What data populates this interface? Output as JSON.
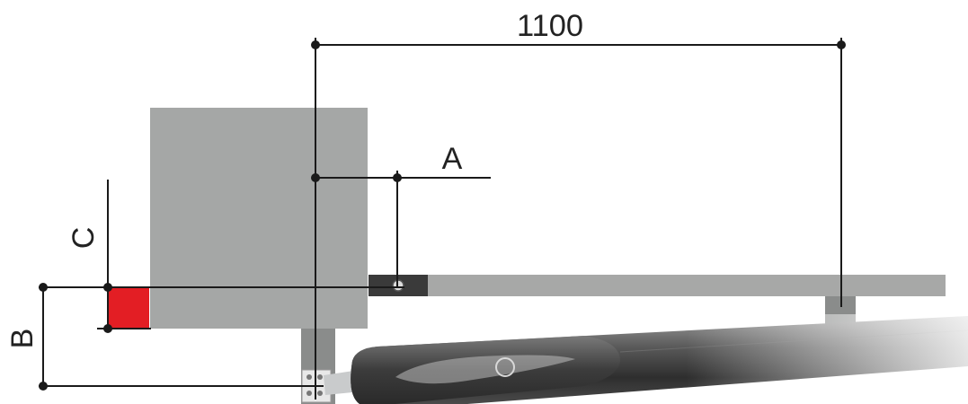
{
  "labels": {
    "dimension_1100": "1100",
    "dimension_a": "A",
    "dimension_b": "B",
    "dimension_c": "C"
  },
  "colors": {
    "pillar": "#a5a7a6",
    "gate_leaf": "#a7a8a7",
    "marker": "#e31e24",
    "dimension_line": "#1a1a1a",
    "operator_body": "#3a3a3a",
    "background": "#ffffff"
  }
}
